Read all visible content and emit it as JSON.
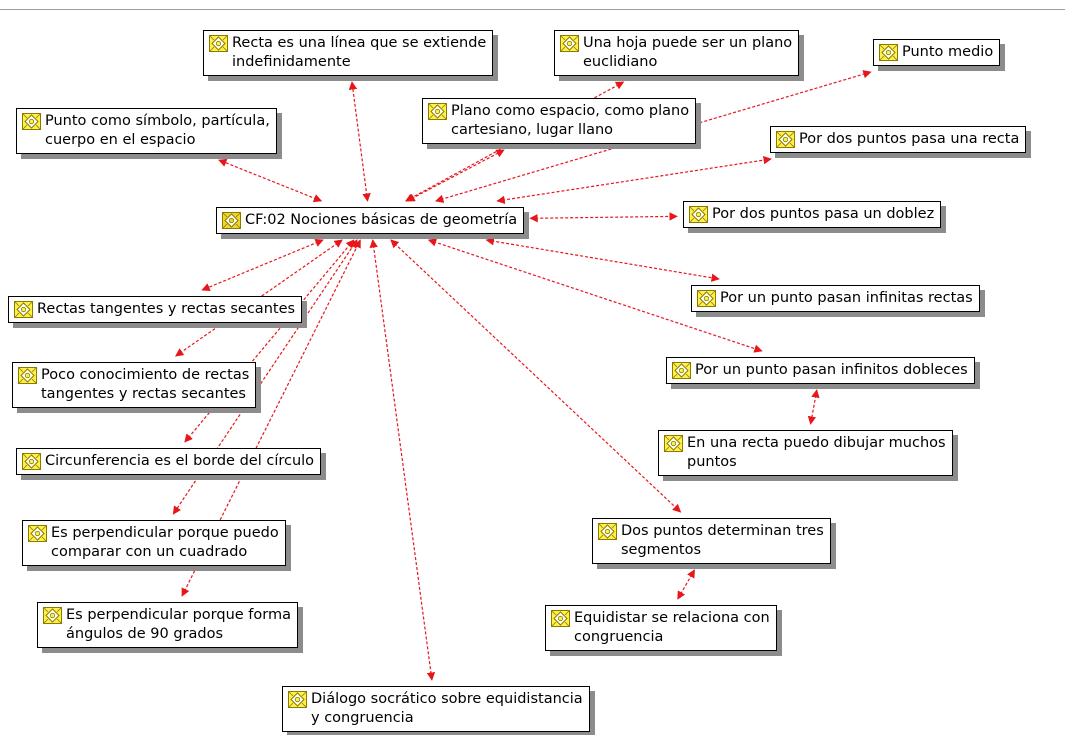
{
  "diagram": {
    "center": {
      "id": "center",
      "label": "CF:02 Nociones básicas de geometría"
    },
    "nodes": [
      {
        "id": "recta",
        "label": "Recta es una línea que se extiende\nindefinidamente"
      },
      {
        "id": "hoja",
        "label": "Una hoja puede ser un plano\neuclidiano"
      },
      {
        "id": "punto-medio",
        "label": "Punto medio"
      },
      {
        "id": "punto-simbolo",
        "label": "Punto como símbolo, partícula,\ncuerpo en el espacio"
      },
      {
        "id": "plano-espacio",
        "label": "Plano como espacio, como plano\ncartesiano, lugar llano"
      },
      {
        "id": "dos-puntos-recta",
        "label": "Por dos puntos pasa una recta"
      },
      {
        "id": "dos-puntos-doblez",
        "label": "Por dos puntos pasa un doblez"
      },
      {
        "id": "tangentes",
        "label": "Rectas tangentes y rectas secantes"
      },
      {
        "id": "un-punto-rectas",
        "label": "Por un punto pasan infinitas rectas"
      },
      {
        "id": "poco-conocimiento",
        "label": "Poco conocimiento de rectas\ntangentes y rectas secantes"
      },
      {
        "id": "un-punto-dobleces",
        "label": "Por un punto pasan infinitos dobleces"
      },
      {
        "id": "circunferencia",
        "label": "Circunferencia es el borde del círculo"
      },
      {
        "id": "recta-puntos",
        "label": "En una recta puedo dibujar muchos\npuntos"
      },
      {
        "id": "perp-cuadrado",
        "label": "Es perpendicular porque puedo\ncomparar con un cuadrado"
      },
      {
        "id": "dos-puntos-segmentos",
        "label": "Dos puntos determinan tres\nsegmentos"
      },
      {
        "id": "perp-90",
        "label": "Es perpendicular porque forma\nángulos de 90 grados"
      },
      {
        "id": "equidistar",
        "label": "Equidistar se relaciona con\ncongruencia"
      },
      {
        "id": "dialogo",
        "label": "Diálogo socrático sobre equidistancia\ny congruencia"
      }
    ],
    "links": [
      [
        "center",
        "recta"
      ],
      [
        "center",
        "punto-simbolo"
      ],
      [
        "center",
        "plano-espacio"
      ],
      [
        "center",
        "hoja"
      ],
      [
        "center",
        "punto-medio"
      ],
      [
        "center",
        "dos-puntos-recta"
      ],
      [
        "center",
        "dos-puntos-doblez"
      ],
      [
        "center",
        "un-punto-rectas"
      ],
      [
        "center",
        "un-punto-dobleces"
      ],
      [
        "center",
        "dos-puntos-segmentos"
      ],
      [
        "center",
        "dialogo"
      ],
      [
        "center",
        "tangentes"
      ],
      [
        "center",
        "poco-conocimiento"
      ],
      [
        "center",
        "circunferencia"
      ],
      [
        "center",
        "perp-cuadrado"
      ],
      [
        "center",
        "perp-90"
      ],
      [
        "un-punto-dobleces",
        "recta-puntos"
      ],
      [
        "dos-puntos-segmentos",
        "equidistar"
      ]
    ],
    "colors": {
      "link": "#e8161b",
      "icon_fill": "#fff04a",
      "icon_stroke": "#8a7a00",
      "center_icon_fill": "#f1d52a"
    },
    "icon": "code-network-icon"
  }
}
